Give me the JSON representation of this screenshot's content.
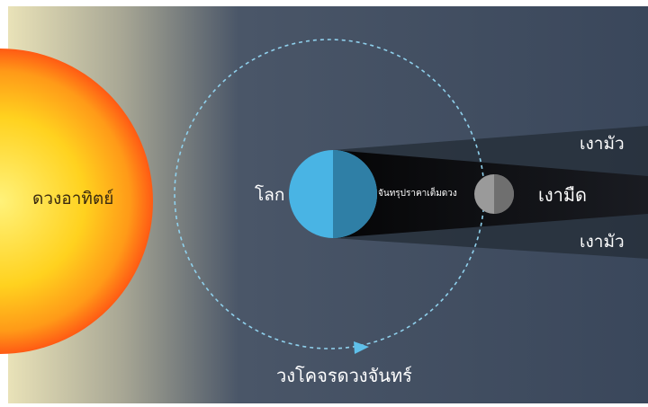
{
  "labels": {
    "sun": "ดวงอาทิตย์",
    "earth": "โลก",
    "eclipse": "จันทรุปราคาเต็มดวง",
    "umbra": "เงามืด",
    "penumbra_top": "เงามัว",
    "penumbra_bottom": "เงามัว",
    "orbit": "วงโคจรดวงจันทร์"
  },
  "colors": {
    "space": "#3c4a5e",
    "sun_core": "#fff27a",
    "sun_edge": "#ff5a14",
    "earth_light": "#49b4e4",
    "earth_dark": "#2f7fa6",
    "moon": "#8f8f8f",
    "umbra": "#0e0e10",
    "penumbra": "#27303b",
    "orbit": "#8fd0ec",
    "label": "#ffffff"
  }
}
